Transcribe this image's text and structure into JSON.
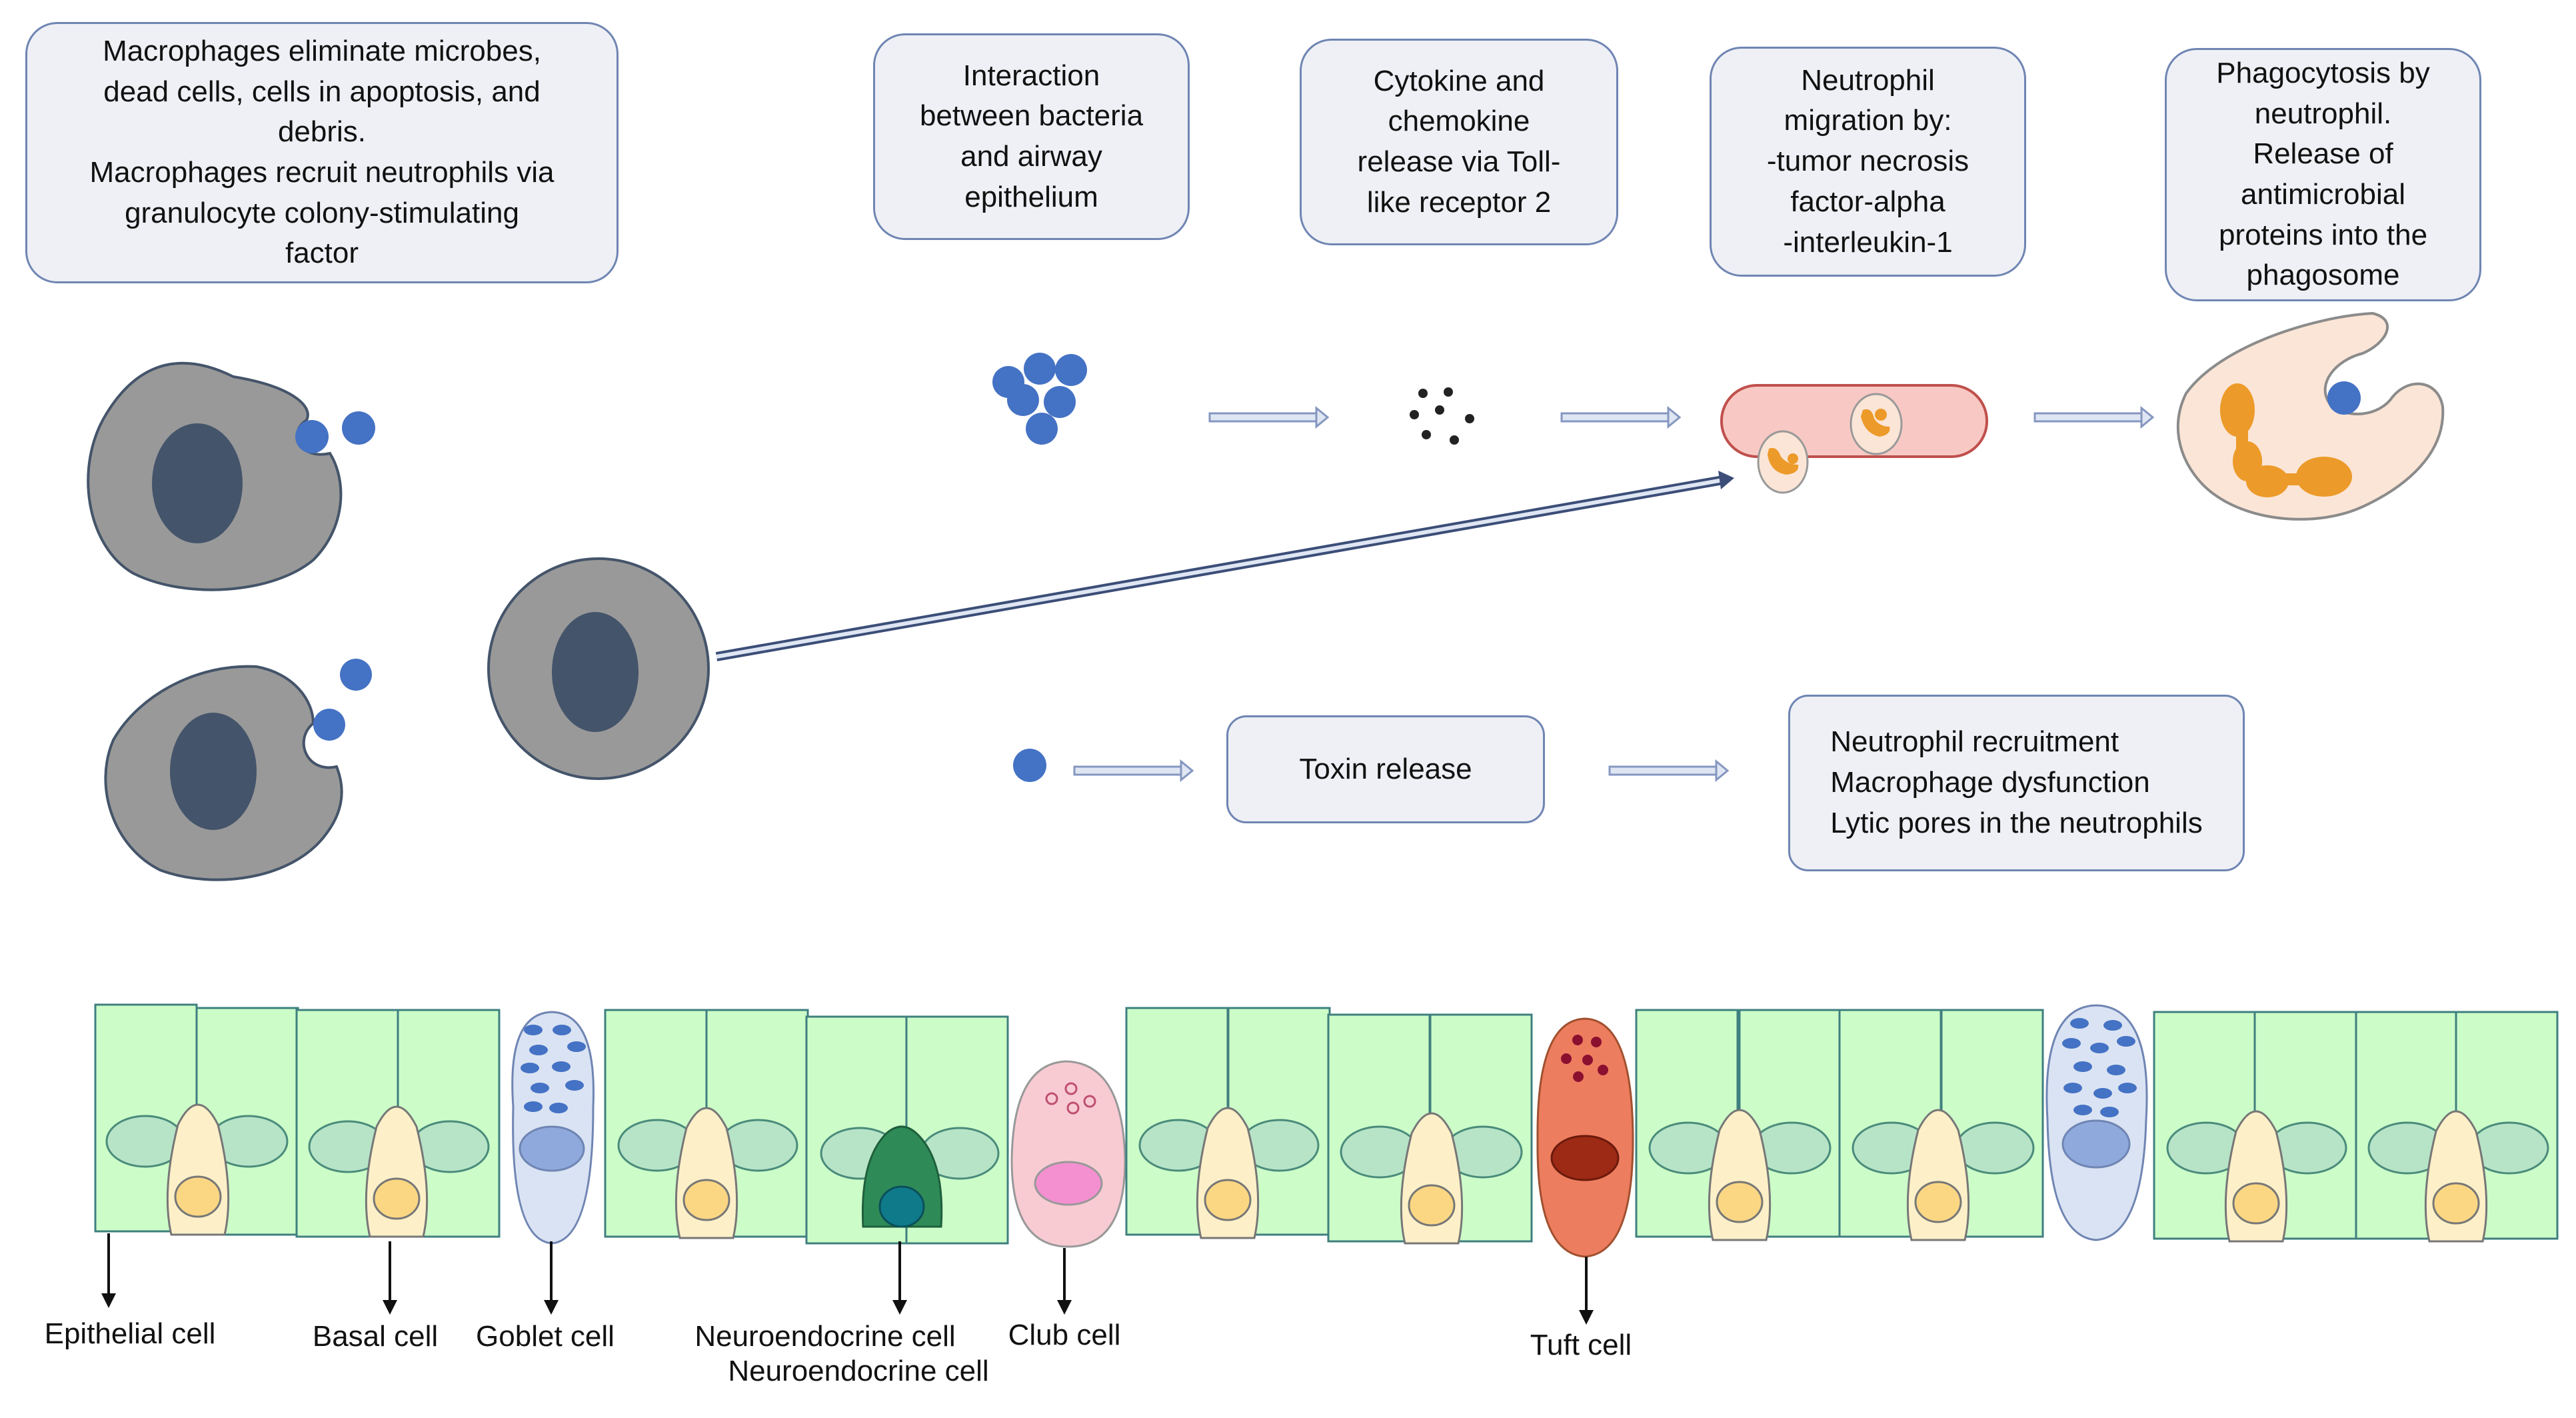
{
  "boxes": {
    "macrophage": "Macrophages eliminate microbes,\ndead cells, cells in apoptosis, and\ndebris.\nMacrophages recruit neutrophils via\ngranulocyte colony-stimulating\nfactor",
    "interaction": "Interaction\nbetween bacteria\nand airway\nepithelium",
    "cytokine": "Cytokine and\nchemokine\nrelease via Toll-\nlike receptor 2",
    "migration": "Neutrophil\nmigration by:\n-tumor necrosis\nfactor-alpha\n-interleukin-1",
    "phagocytosis": "Phagocytosis by\nneutrophil.\nRelease of\nantimicrobial\nproteins into the\nphagosome",
    "toxin": "Toxin release",
    "outcomes": "Neutrophil recruitment\nMacrophage dysfunction\nLytic pores in the neutrophils"
  },
  "cell_labels": {
    "epithelial": "Epithelial cell",
    "basal": "Basal cell",
    "goblet": "Goblet cell",
    "neuroendocrine_1": "Neuroendocrine  cell",
    "neuroendocrine_2": "Neuroendocrine  cell",
    "club": "Club cell",
    "tuft": "Tuft cell"
  },
  "colors": {
    "box_fill": "#eef0f5",
    "box_border": "#6f85b3",
    "epithelium_fill": "#ccfcc8",
    "epithelium_border": "#3f7f7f",
    "macrophage_body": "#999999",
    "macrophage_nucleus": "#44546a",
    "bacteria": "#4472c4",
    "neutrophil_body": "#fbe5d6",
    "granule": "#ec9a29",
    "vessel": "#f8c9c4",
    "arrow": "#a9b8d8"
  }
}
